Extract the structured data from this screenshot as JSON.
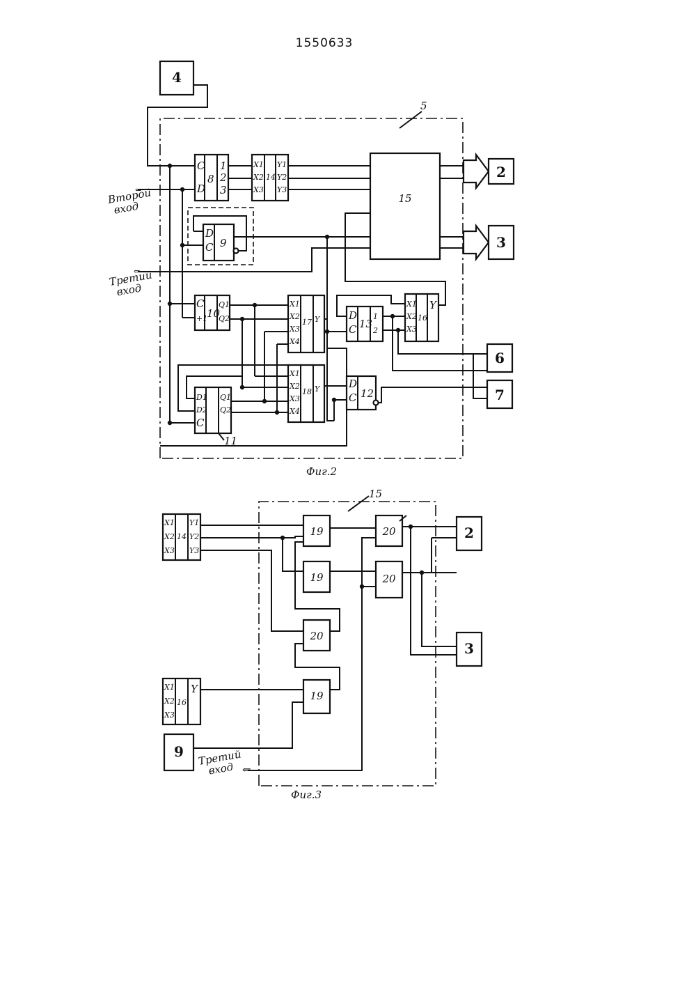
{
  "patent_number": "1550633",
  "fig2": {
    "caption": "Фиг.2",
    "block_4": "4",
    "block_5_label": "5",
    "block_2": "2",
    "block_3": "3",
    "block_6": "6",
    "block_7": "7",
    "block_15": "15",
    "second_input": "Второй\nвход",
    "third_input": "Третий\nвход",
    "reg8": {
      "id": "8",
      "left_pins": [
        "C",
        "D"
      ],
      "right_pins": [
        "1",
        "2",
        "3"
      ]
    },
    "ff9": {
      "id": "9",
      "pins": [
        "D",
        "C"
      ]
    },
    "cnt10": {
      "id": "10",
      "left_pins": [
        "C",
        "+1"
      ],
      "right_pins": [
        "Q1",
        "Q2"
      ]
    },
    "reg11": {
      "id": "11",
      "left_pins": [
        "D1",
        "D2",
        "C"
      ],
      "right_pins": [
        "Q1",
        "Q2"
      ]
    },
    "ff12": {
      "id": "12",
      "pins": [
        "D",
        "C"
      ]
    },
    "reg13": {
      "id": "13",
      "left_pins": [
        "D",
        "C"
      ],
      "right_pins": [
        "1",
        "2"
      ]
    },
    "dec14": {
      "id": "14",
      "left_pins": [
        "X1",
        "X2",
        "X3"
      ],
      "right_pins": [
        "Y1",
        "Y2",
        "Y3"
      ]
    },
    "logic16": {
      "id": "16",
      "left_pins": [
        "X1",
        "X2",
        "X3"
      ],
      "right_pin": "Y"
    },
    "logic17": {
      "id": "17",
      "left_pins": [
        "X1",
        "X2",
        "X3",
        "X4"
      ],
      "right_pin": "Y"
    },
    "logic18": {
      "id": "18",
      "left_pins": [
        "X1",
        "X2",
        "X3",
        "X4"
      ],
      "right_pin": "Y"
    }
  },
  "fig3": {
    "caption": "Фиг.3",
    "block_15_label": "15",
    "dec14": {
      "id": "14",
      "left_pins": [
        "X1",
        "X2",
        "X3"
      ],
      "right_pins": [
        "Y1",
        "Y2",
        "Y3"
      ]
    },
    "logic16": {
      "id": "16",
      "left_pins": [
        "X1",
        "X2",
        "X3"
      ],
      "right_pin": "Y"
    },
    "block_9": "9",
    "block_2": "2",
    "block_3": "3",
    "gate_19a": "19",
    "gate_19b": "19",
    "gate_20a": "20",
    "gate_20b": "20",
    "gate_20c": "20",
    "gate_19c": "19",
    "third_input": "Третий\nвход"
  }
}
